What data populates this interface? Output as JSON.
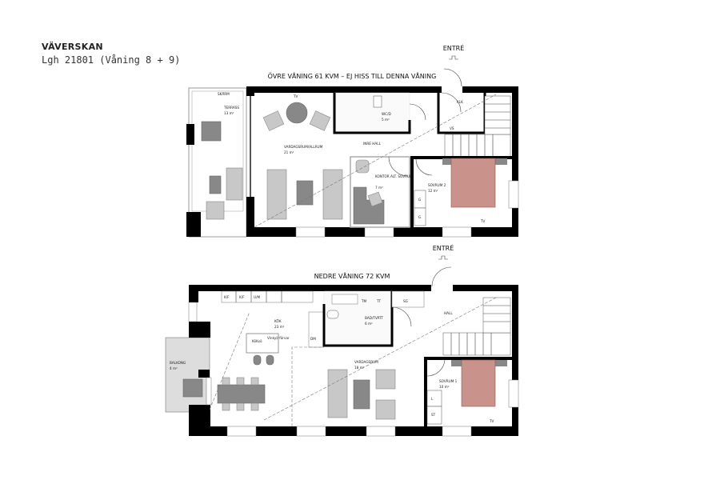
{
  "project": {
    "title": "VÄVERSKAN",
    "apartment": "Lgh 21801 (Våning 8 + 9)"
  },
  "upper_floor": {
    "heading": "ÖVRE VÅNING 61 KVM – EJ HISS TILL DENNA VÅNING",
    "entrance": "ENTRÉ",
    "rooms": [
      {
        "name": "SKÄRM",
        "area": ""
      },
      {
        "name": "TERRASS",
        "area": "13 m²"
      },
      {
        "name": "VARDAGSRUM/ALLRUM",
        "area": "21 m²"
      },
      {
        "name": "WC/D",
        "area": "5 m²"
      },
      {
        "name": "INRE HALL",
        "area": ""
      },
      {
        "name": "KLK",
        "area": ""
      },
      {
        "name": "VS",
        "area": ""
      },
      {
        "name": "KONTOR ALT. SOVRUM",
        "area": "7 m²"
      },
      {
        "name": "SOVRUM 2",
        "area": "12 m²"
      }
    ],
    "fixtures": [
      "G",
      "G",
      "TV",
      "TV"
    ]
  },
  "lower_floor": {
    "heading": "NEDRE VÅNING 72 KVM",
    "entrance": "ENTRÉ",
    "rooms": [
      {
        "name": "KÖK",
        "area": "23 m²"
      },
      {
        "name": "BALKONG",
        "area": "4 m²"
      },
      {
        "name": "BAD/TVÄTT",
        "area": "6 m²"
      },
      {
        "name": "VARDAGSRUM",
        "area": "18 m²"
      },
      {
        "name": "HALL",
        "area": ""
      },
      {
        "name": "SOVRUM 1",
        "area": "10 m²"
      }
    ],
    "fixtures": [
      "K/F",
      "K/F",
      "U/M",
      "DM",
      "TM",
      "TT",
      "SG",
      "KöKsö",
      "Vinkyl/ förvar",
      "L",
      "ST",
      "TV"
    ]
  },
  "colors": {
    "wall": "#000000",
    "furniture": "#c8c8c8",
    "bed": "#c9928b"
  }
}
